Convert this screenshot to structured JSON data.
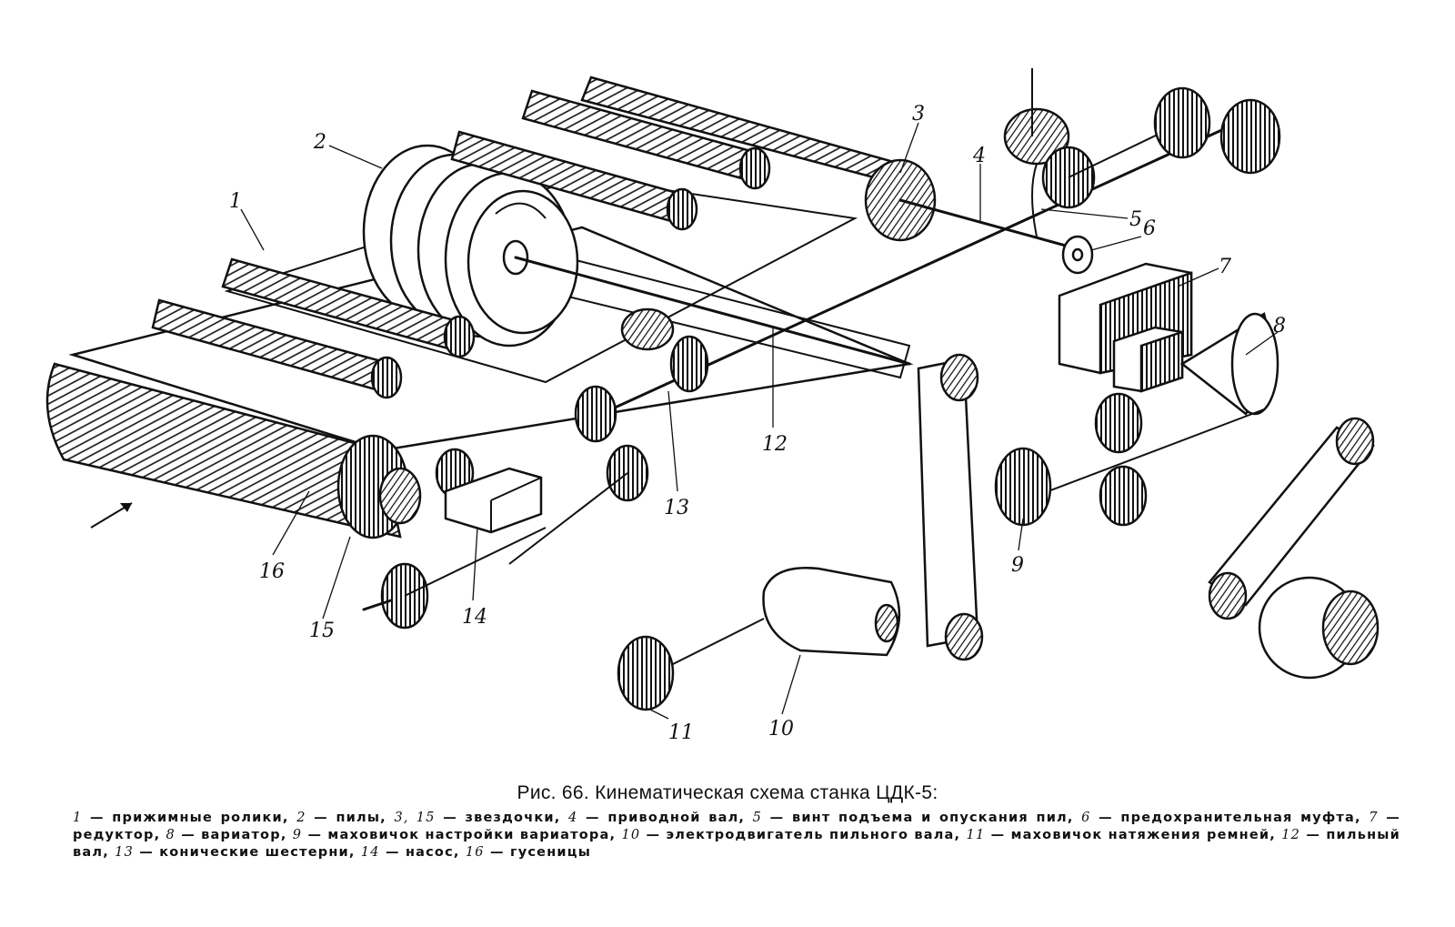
{
  "figure": {
    "title": "Рис. 66. Кинематическая схема станка ЦДК-5:",
    "callouts": [
      "1",
      "2",
      "3",
      "4",
      "5",
      "6",
      "7",
      "8",
      "9",
      "10",
      "11",
      "12",
      "13",
      "14",
      "15",
      "16"
    ],
    "direction_arrow": "feed-direction"
  },
  "legend": [
    {
      "num": "1",
      "text": "прижимные ролики"
    },
    {
      "num": "2",
      "text": "пилы"
    },
    {
      "num": "3, 15",
      "text": "звездочки"
    },
    {
      "num": "4",
      "text": "приводной вал"
    },
    {
      "num": "5",
      "text": "винт подъема и опускания пил"
    },
    {
      "num": "6",
      "text": "предохранительная муфта"
    },
    {
      "num": "7",
      "text": "редуктор"
    },
    {
      "num": "8",
      "text": "вариатор"
    },
    {
      "num": "9",
      "text": "маховичок настройки вариатора"
    },
    {
      "num": "10",
      "text": "электродвигатель пильного вала"
    },
    {
      "num": "11",
      "text": "маховичок натяжения ремней"
    },
    {
      "num": "12",
      "text": "пильный вал"
    },
    {
      "num": "13",
      "text": "конические шестерни"
    },
    {
      "num": "14",
      "text": "насос"
    },
    {
      "num": "16",
      "text": "гусеницы"
    }
  ]
}
